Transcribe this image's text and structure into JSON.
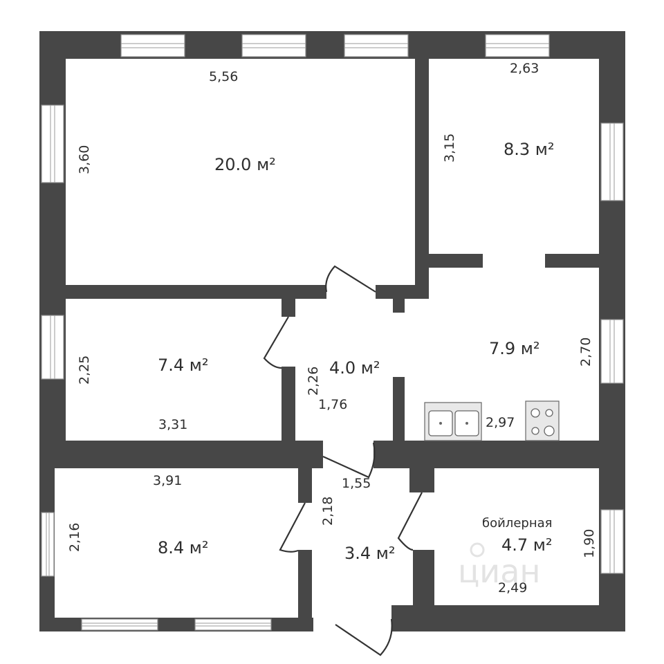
{
  "rooms": [
    {
      "id": "living-room",
      "area": "20.0 м²",
      "width": "5,56",
      "height": "3,60"
    },
    {
      "id": "bedroom-top-right",
      "area": "8.3 м²",
      "width": "2,63",
      "height": "3,15"
    },
    {
      "id": "kitchen",
      "area": "7.9 м²",
      "width": "2,97",
      "height": "2,70"
    },
    {
      "id": "hall",
      "area": "4.0 м²",
      "width": "1,76",
      "height": "2,26"
    },
    {
      "id": "bedroom-middle-left",
      "area": "7.4 м²",
      "width": "3,31",
      "height": "2,25"
    },
    {
      "id": "bedroom-bottom-left",
      "area": "8.4 м²",
      "width": "3,91",
      "height": "2,16"
    },
    {
      "id": "vestibule",
      "area": "3.4 м²",
      "width": "1,55",
      "height": "2,18"
    },
    {
      "id": "boiler-room",
      "label": "бойлерная",
      "area": "4.7 м²",
      "width": "2,49",
      "height": "1,90"
    }
  ],
  "watermark": "циан",
  "icons": {
    "sink": "double-sink-icon",
    "stove": "stove-icon",
    "watermark": "cian-logo-icon"
  },
  "colors": {
    "wall": "#474747",
    "background": "#ffffff",
    "text": "#2e2e2e"
  }
}
